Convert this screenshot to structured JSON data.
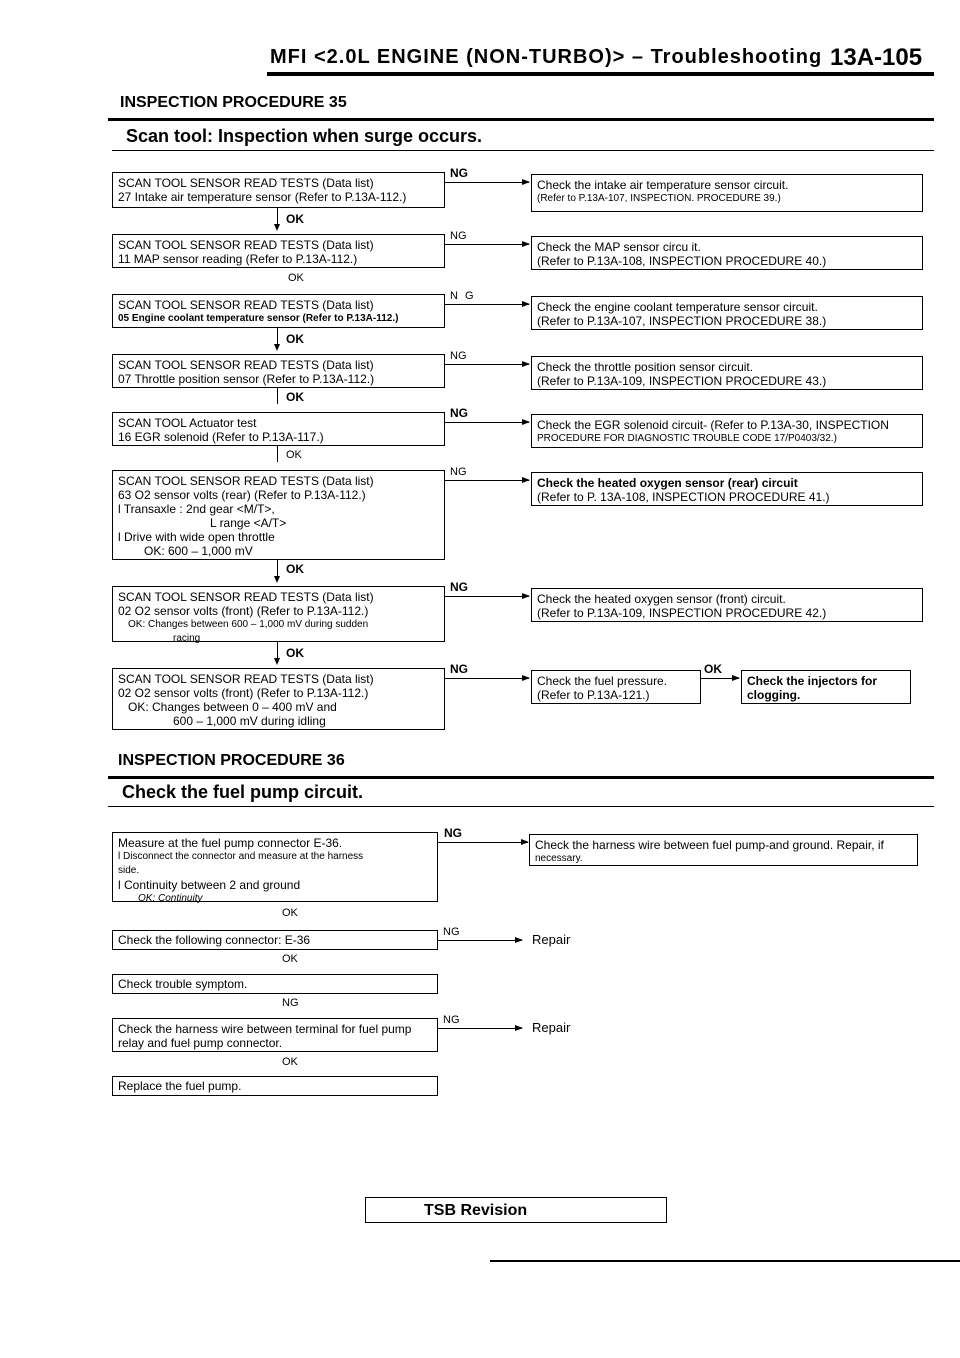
{
  "header": {
    "title": "MFI <2.0L ENGINE (NON-TURBO)> – Troubleshooting",
    "page_number": "13A-105"
  },
  "proc35": {
    "heading": "INSPECTION PROCEDURE 35",
    "subtitle": "Scan tool: Inspection when surge occurs.",
    "steps": [
      {
        "lines": [
          "SCAN TOOL SENSOR READ TESTS (Data list)",
          "27 Intake air temperature sensor (Refer to P.13A-112.)"
        ],
        "ng": "NG",
        "result": [
          "Check the intake air temperature sensor circuit.",
          "(Refer to P.13A-107, INSPECTION. PROCEDURE 39.)"
        ],
        "ok": "OK"
      },
      {
        "lines": [
          "SCAN TOOL SENSOR READ TESTS (Data list)",
          "11 MAP sensor reading (Refer to P.13A-112.)"
        ],
        "ng": "NG",
        "result": [
          "Check the MAP sensor circu it.",
          "(Refer to P.13A-108, INSPECTION PROCEDURE 40.)"
        ],
        "ok": "OK"
      },
      {
        "lines": [
          "SCAN TOOL SENSOR READ TESTS (Data list)",
          "05 Engine coolant temperature sensor (Refer to P.13A-112.)"
        ],
        "ng": "N G",
        "result": [
          "Check the engine coolant temperature sensor circuit.",
          "(Refer to P.13A-107, INSPECTION PROCEDURE 38.)"
        ],
        "ok": "OK"
      },
      {
        "lines": [
          "SCAN TOOL SENSOR READ TESTS (Data list)",
          "07 Throttle position sensor (Refer to P.13A-112.)"
        ],
        "ng": "NG",
        "result": [
          "Check the throttle position sensor circuit.",
          "(Refer to P.13A-109, INSPECTION PROCEDURE 43.)"
        ],
        "ok": "OK"
      },
      {
        "lines": [
          "SCAN TOOL Actuator test",
          "16 EGR solenoid (Refer to P.13A-117.)"
        ],
        "ng": "NG",
        "result": [
          "Check the EGR solenoid circuit- (Refer to P.13A-30, INSPECTION",
          "PROCEDURE FOR DIAGNOSTIC TROUBLE CODE 17/P0403/32.)"
        ],
        "ok": "OK"
      },
      {
        "lines": [
          "SCAN TOOL SENSOR READ TESTS (Data list)",
          "63 O2 sensor volts (rear) (Refer to P.13A-112.)",
          "l Transaxle : 2nd gear <M/T>,",
          "L range <A/T>",
          "l Drive with wide open throttle",
          "OK: 600 – 1,000 mV"
        ],
        "ng": "NG",
        "result": [
          "Check the heated oxygen sensor (rear) circuit",
          "(Refer to P. 13A-108, INSPECTION PROCEDURE 41.)"
        ],
        "ok": "OK"
      },
      {
        "lines": [
          "SCAN TOOL SENSOR READ TESTS (Data list)",
          "02 O2 sensor volts (front) (Refer to P.13A-112.)",
          "OK: Changes between 600 – 1,000 mV during sudden",
          "racing"
        ],
        "ng": "NG",
        "result": [
          "Check the heated oxygen sensor (front) circuit.",
          "(Refer to P.13A-109, INSPECTION PROCEDURE 42.)"
        ],
        "ok": "OK"
      },
      {
        "lines": [
          "SCAN TOOL SENSOR READ TESTS (Data list)",
          "02 O2 sensor volts (front) (Refer to P.13A-112.)",
          "OK: Changes between 0 – 400 mV and",
          "600 – 1,000 mV during idling"
        ],
        "ng": "NG",
        "result": [
          "Check the fuel pressure.",
          "(Refer to P.13A-121.)"
        ],
        "ok": "OK",
        "final": [
          "Check the injectors for",
          "clogging."
        ]
      }
    ]
  },
  "proc36": {
    "heading": "INSPECTION PROCEDURE 36",
    "subtitle": "Check the fuel pump circuit.",
    "steps": [
      {
        "lines": [
          "Measure at the fuel pump connector E-36.",
          "l Disconnect the connector and measure at the harness",
          "side.",
          "l Continuity between 2 and ground",
          "OK: Continuity"
        ],
        "ng": "NG",
        "result": [
          "Check the harness wire between fuel pump-and ground. Repair, if",
          "necessary."
        ],
        "ok": "OK"
      },
      {
        "lines": [
          "Check the following connector: E-36"
        ],
        "ng": "NG",
        "result": [
          "Repair"
        ],
        "ok": "OK"
      },
      {
        "lines": [
          "Check trouble symptom."
        ],
        "ng": "NG"
      },
      {
        "lines": [
          "Check the harness wire between terminal for fuel pump",
          "relay and fuel pump connector."
        ],
        "ng": "NG",
        "result": [
          "Repair"
        ],
        "ok": "OK"
      },
      {
        "lines": [
          "Replace the fuel pump."
        ]
      }
    ]
  },
  "footer": {
    "tsb": "TSB Revision"
  }
}
